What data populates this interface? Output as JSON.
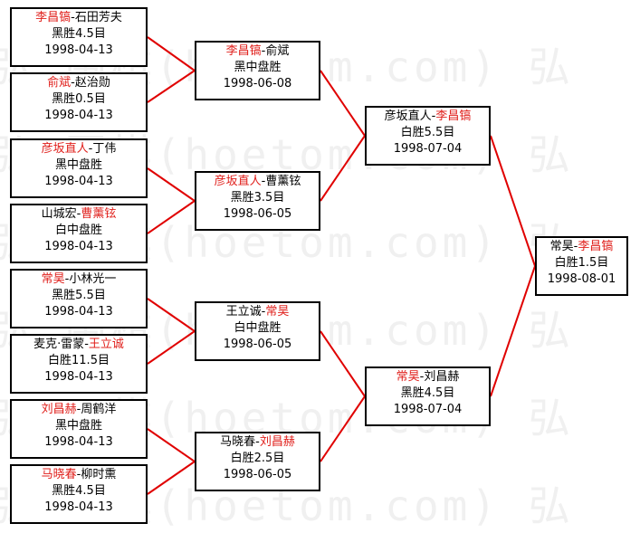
{
  "watermark": "弘 围棋(hoetom.com) 弘",
  "line_color": "#e00000",
  "winner_color": "#e0201c",
  "matches": [
    {
      "p1": "李昌镐",
      "p2": "石田芳夫",
      "winner": 1,
      "result": "黑胜4.5目",
      "date": "1998-04-13"
    },
    {
      "p1": "俞斌",
      "p2": "赵治勋",
      "winner": 1,
      "result": "黑胜0.5目",
      "date": "1998-04-13"
    },
    {
      "p1": "彦坂直人",
      "p2": "丁伟",
      "winner": 1,
      "result": "黑中盘胜",
      "date": "1998-04-13"
    },
    {
      "p1": "山城宏",
      "p2": "曹薰铉",
      "winner": 2,
      "result": "白中盘胜",
      "date": "1998-04-13"
    },
    {
      "p1": "常昊",
      "p2": "小林光一",
      "winner": 1,
      "result": "黑胜5.5目",
      "date": "1998-04-13"
    },
    {
      "p1": "麦克·雷蒙",
      "p2": "王立诚",
      "winner": 2,
      "result": "白胜11.5目",
      "date": "1998-04-13"
    },
    {
      "p1": "刘昌赫",
      "p2": "周鹤洋",
      "winner": 1,
      "result": "黑中盘胜",
      "date": "1998-04-13"
    },
    {
      "p1": "马晓春",
      "p2": "柳时熏",
      "winner": 1,
      "result": "黑胜4.5目",
      "date": "1998-04-13"
    },
    {
      "p1": "李昌镐",
      "p2": "俞斌",
      "winner": 1,
      "result": "黑中盘胜",
      "date": "1998-06-08"
    },
    {
      "p1": "彦坂直人",
      "p2": "曹薰铉",
      "winner": 1,
      "result": "黑胜3.5目",
      "date": "1998-06-05"
    },
    {
      "p1": "王立诚",
      "p2": "常昊",
      "winner": 2,
      "result": "白中盘胜",
      "date": "1998-06-05"
    },
    {
      "p1": "马晓春",
      "p2": "刘昌赫",
      "winner": 2,
      "result": "白胜2.5目",
      "date": "1998-06-05"
    },
    {
      "p1": "彦坂直人",
      "p2": "李昌镐",
      "winner": 2,
      "result": "白胜5.5目",
      "date": "1998-07-04"
    },
    {
      "p1": "常昊",
      "p2": "刘昌赫",
      "winner": 1,
      "result": "黑胜4.5目",
      "date": "1998-07-04"
    },
    {
      "p1": "常昊",
      "p2": "李昌镐",
      "winner": 2,
      "result": "白胜1.5目",
      "date": "1998-08-01"
    }
  ]
}
